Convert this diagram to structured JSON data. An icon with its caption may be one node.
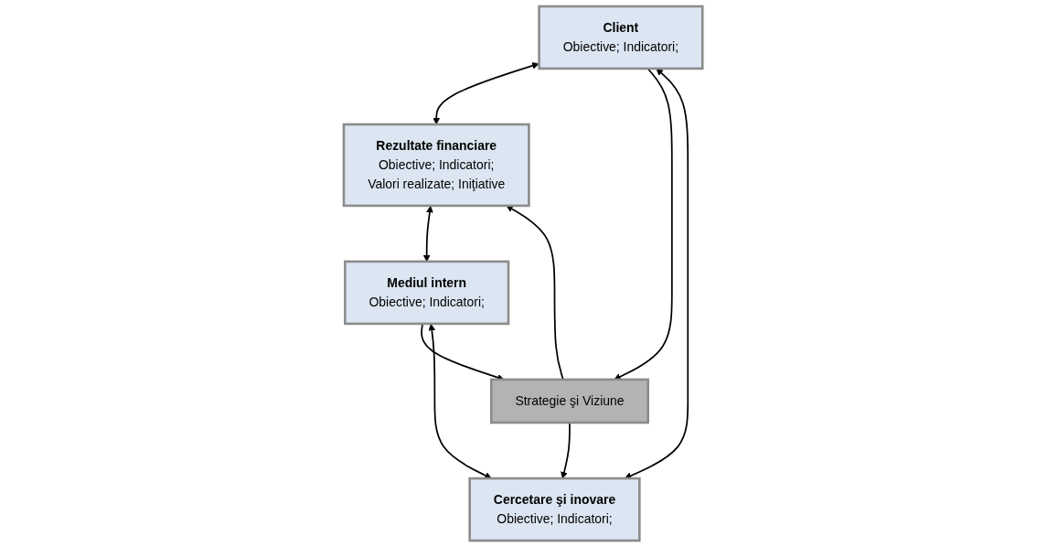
{
  "diagram": {
    "nodes": [
      {
        "text": [
          "Rezultate financiare",
          "Obiective; Indicatori;",
          "Valori realizate; Iniţiative"
        ]
      },
      {
        "text": [
          "Client",
          "Obiective; Indicatori;"
        ]
      },
      {
        "text": [
          "Strategie şi Viziune"
        ]
      },
      {
        "text": [
          "Mediul intern",
          "Obiective; Indicatori;"
        ]
      },
      {
        "text": [
          "Cercetare şi inovare",
          "Obiective; Indicatori;"
        ]
      }
    ],
    "edges": [
      {
        "from": 1,
        "to": 0,
        "arrow": "both"
      },
      {
        "from": 0,
        "to": 3,
        "arrow": "both"
      },
      {
        "from": 1,
        "to": 2,
        "arrow": "to"
      },
      {
        "from": 3,
        "to": 2,
        "arrow": "to"
      },
      {
        "from": 2,
        "to": 0,
        "arrow": "to"
      },
      {
        "from": 2,
        "to": 4,
        "arrow": "to"
      },
      {
        "from": 1,
        "to": 4,
        "arrow": "both"
      },
      {
        "from": 3,
        "to": 4,
        "arrow": "both"
      }
    ]
  }
}
